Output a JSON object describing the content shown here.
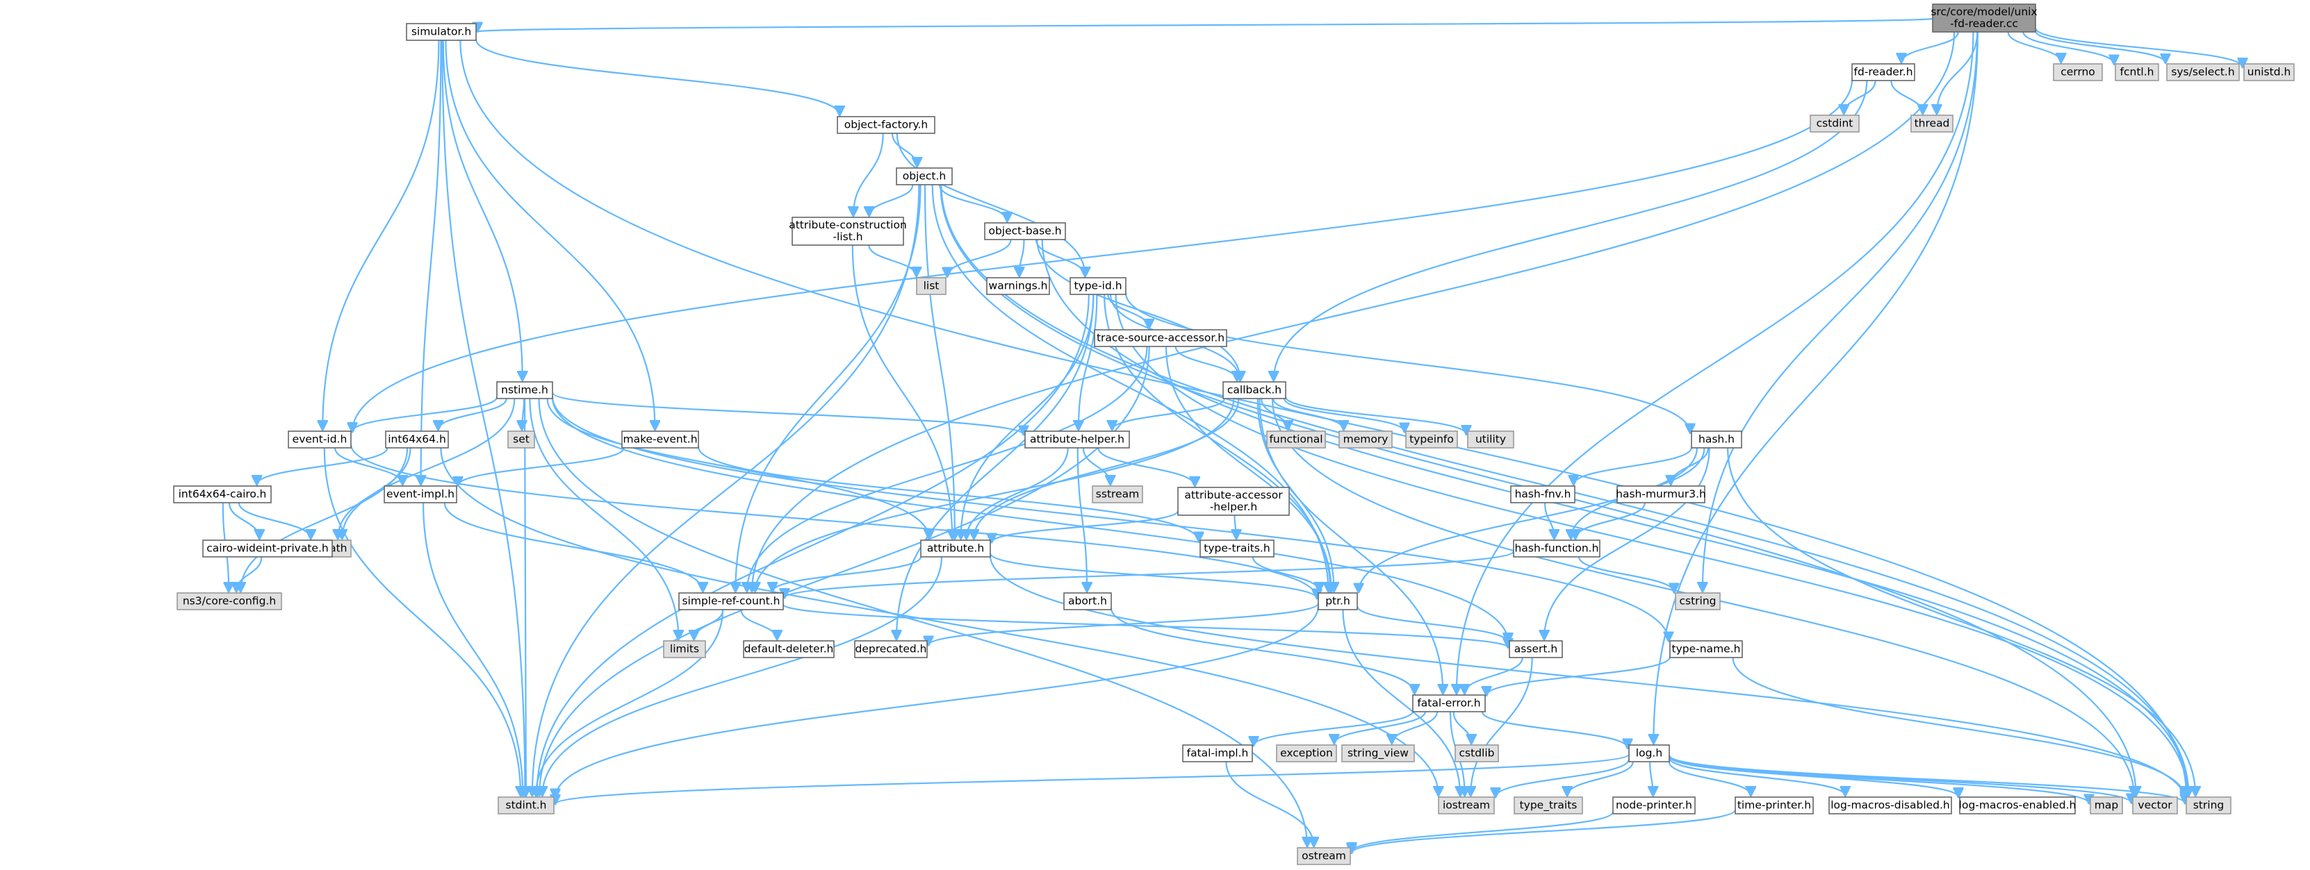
{
  "diagram": {
    "colors": {
      "edge": "#63b8ff",
      "node_border": "#666666",
      "header_fill": "#ffffff",
      "system_fill": "#e0e0e0",
      "root_fill": "#999999"
    },
    "nodes": [
      {
        "id": "root",
        "lines": [
          "src/core/model/unix",
          "-fd-reader.cc"
        ],
        "kind": "root"
      },
      {
        "id": "simulator",
        "lines": [
          "simulator.h"
        ],
        "kind": "header"
      },
      {
        "id": "fdreader",
        "lines": [
          "fd-reader.h"
        ],
        "kind": "header"
      },
      {
        "id": "cerrno",
        "lines": [
          "cerrno"
        ],
        "kind": "system"
      },
      {
        "id": "fcntl",
        "lines": [
          "fcntl.h"
        ],
        "kind": "system"
      },
      {
        "id": "sysselect",
        "lines": [
          "sys/select.h"
        ],
        "kind": "system"
      },
      {
        "id": "unistd",
        "lines": [
          "unistd.h"
        ],
        "kind": "system"
      },
      {
        "id": "objectfactory",
        "lines": [
          "object-factory.h"
        ],
        "kind": "header"
      },
      {
        "id": "cstdint",
        "lines": [
          "cstdint"
        ],
        "kind": "system"
      },
      {
        "id": "thread",
        "lines": [
          "thread"
        ],
        "kind": "system"
      },
      {
        "id": "object",
        "lines": [
          "object.h"
        ],
        "kind": "header"
      },
      {
        "id": "attrconst",
        "lines": [
          "attribute-construction",
          "-list.h"
        ],
        "kind": "header"
      },
      {
        "id": "objectbase",
        "lines": [
          "object-base.h"
        ],
        "kind": "header"
      },
      {
        "id": "list",
        "lines": [
          "list"
        ],
        "kind": "system"
      },
      {
        "id": "warnings",
        "lines": [
          "warnings.h"
        ],
        "kind": "header"
      },
      {
        "id": "typeid",
        "lines": [
          "type-id.h"
        ],
        "kind": "header"
      },
      {
        "id": "tracesrc",
        "lines": [
          "trace-source-accessor.h"
        ],
        "kind": "header"
      },
      {
        "id": "callback",
        "lines": [
          "callback.h"
        ],
        "kind": "header"
      },
      {
        "id": "nstime",
        "lines": [
          "nstime.h"
        ],
        "kind": "header"
      },
      {
        "id": "eventid",
        "lines": [
          "event-id.h"
        ],
        "kind": "header"
      },
      {
        "id": "int64x64",
        "lines": [
          "int64x64.h"
        ],
        "kind": "header"
      },
      {
        "id": "set",
        "lines": [
          "set"
        ],
        "kind": "system"
      },
      {
        "id": "makeevent",
        "lines": [
          "make-event.h"
        ],
        "kind": "header"
      },
      {
        "id": "functional",
        "lines": [
          "functional"
        ],
        "kind": "system"
      },
      {
        "id": "memory",
        "lines": [
          "memory"
        ],
        "kind": "system"
      },
      {
        "id": "typeinfo",
        "lines": [
          "typeinfo"
        ],
        "kind": "system"
      },
      {
        "id": "utility",
        "lines": [
          "utility"
        ],
        "kind": "system"
      },
      {
        "id": "hash",
        "lines": [
          "hash.h"
        ],
        "kind": "header"
      },
      {
        "id": "attrhelper",
        "lines": [
          "attribute-helper.h"
        ],
        "kind": "header"
      },
      {
        "id": "sstream",
        "lines": [
          "sstream"
        ],
        "kind": "system"
      },
      {
        "id": "attraccess",
        "lines": [
          "attribute-accessor",
          "-helper.h"
        ],
        "kind": "header"
      },
      {
        "id": "hashfnv",
        "lines": [
          "hash-fnv.h"
        ],
        "kind": "header"
      },
      {
        "id": "hashmurmur",
        "lines": [
          "hash-murmur3.h"
        ],
        "kind": "header"
      },
      {
        "id": "int64cairo",
        "lines": [
          "int64x64-cairo.h"
        ],
        "kind": "header"
      },
      {
        "id": "eventimpl",
        "lines": [
          "event-impl.h"
        ],
        "kind": "header"
      },
      {
        "id": "cmath",
        "lines": [
          "cmath"
        ],
        "kind": "system"
      },
      {
        "id": "cairowide",
        "lines": [
          "cairo-wideint-private.h"
        ],
        "kind": "header"
      },
      {
        "id": "ns3config",
        "lines": [
          "ns3/core-config.h"
        ],
        "kind": "system"
      },
      {
        "id": "attribute",
        "lines": [
          "attribute.h"
        ],
        "kind": "header"
      },
      {
        "id": "typetraitsh",
        "lines": [
          "type-traits.h"
        ],
        "kind": "header"
      },
      {
        "id": "hashfunc",
        "lines": [
          "hash-function.h"
        ],
        "kind": "header"
      },
      {
        "id": "cstring",
        "lines": [
          "cstring"
        ],
        "kind": "system"
      },
      {
        "id": "abort",
        "lines": [
          "abort.h"
        ],
        "kind": "header"
      },
      {
        "id": "simplerefcount",
        "lines": [
          "simple-ref-count.h"
        ],
        "kind": "header"
      },
      {
        "id": "ptr",
        "lines": [
          "ptr.h"
        ],
        "kind": "header"
      },
      {
        "id": "limits",
        "lines": [
          "limits"
        ],
        "kind": "system"
      },
      {
        "id": "defaultdeleter",
        "lines": [
          "default-deleter.h"
        ],
        "kind": "header"
      },
      {
        "id": "deprecated",
        "lines": [
          "deprecated.h"
        ],
        "kind": "header"
      },
      {
        "id": "assert",
        "lines": [
          "assert.h"
        ],
        "kind": "header"
      },
      {
        "id": "typename",
        "lines": [
          "type-name.h"
        ],
        "kind": "header"
      },
      {
        "id": "fatalerror",
        "lines": [
          "fatal-error.h"
        ],
        "kind": "header"
      },
      {
        "id": "fatalimpl",
        "lines": [
          "fatal-impl.h"
        ],
        "kind": "header"
      },
      {
        "id": "exception",
        "lines": [
          "exception"
        ],
        "kind": "system"
      },
      {
        "id": "stringview",
        "lines": [
          "string_view"
        ],
        "kind": "system"
      },
      {
        "id": "cstdlib",
        "lines": [
          "cstdlib"
        ],
        "kind": "system"
      },
      {
        "id": "log",
        "lines": [
          "log.h"
        ],
        "kind": "header"
      },
      {
        "id": "stdint",
        "lines": [
          "stdint.h"
        ],
        "kind": "system"
      },
      {
        "id": "iostream",
        "lines": [
          "iostream"
        ],
        "kind": "system"
      },
      {
        "id": "typetraits",
        "lines": [
          "type_traits"
        ],
        "kind": "system"
      },
      {
        "id": "nodeprinter",
        "lines": [
          "node-printer.h"
        ],
        "kind": "header"
      },
      {
        "id": "timeprinter",
        "lines": [
          "time-printer.h"
        ],
        "kind": "header"
      },
      {
        "id": "logdisabled",
        "lines": [
          "log-macros-disabled.h"
        ],
        "kind": "header"
      },
      {
        "id": "logenabled",
        "lines": [
          "log-macros-enabled.h"
        ],
        "kind": "header"
      },
      {
        "id": "map",
        "lines": [
          "map"
        ],
        "kind": "system"
      },
      {
        "id": "vector",
        "lines": [
          "vector"
        ],
        "kind": "system"
      },
      {
        "id": "string",
        "lines": [
          "string"
        ],
        "kind": "system"
      },
      {
        "id": "ostream",
        "lines": [
          "ostream"
        ],
        "kind": "system"
      }
    ],
    "edges": [
      [
        "root",
        "simulator"
      ],
      [
        "root",
        "fdreader"
      ],
      [
        "root",
        "cerrno"
      ],
      [
        "root",
        "fcntl"
      ],
      [
        "root",
        "sysselect"
      ],
      [
        "root",
        "unistd"
      ],
      [
        "root",
        "thread"
      ],
      [
        "root",
        "cstring"
      ],
      [
        "root",
        "log"
      ],
      [
        "root",
        "fatalerror"
      ],
      [
        "root",
        "simplerefcount"
      ],
      [
        "simulator",
        "objectfactory"
      ],
      [
        "simulator",
        "nstime"
      ],
      [
        "simulator",
        "eventid"
      ],
      [
        "simulator",
        "eventimpl"
      ],
      [
        "simulator",
        "makeevent"
      ],
      [
        "simulator",
        "stdint"
      ],
      [
        "simulator",
        "string"
      ],
      [
        "fdreader",
        "cstdint"
      ],
      [
        "fdreader",
        "thread"
      ],
      [
        "fdreader",
        "callback"
      ],
      [
        "fdreader",
        "eventid"
      ],
      [
        "objectfactory",
        "object"
      ],
      [
        "objectfactory",
        "attrconst"
      ],
      [
        "objectfactory",
        "typeid"
      ],
      [
        "object",
        "attrconst"
      ],
      [
        "object",
        "objectbase"
      ],
      [
        "object",
        "attribute"
      ],
      [
        "object",
        "ptr"
      ],
      [
        "object",
        "simplerefcount"
      ],
      [
        "object",
        "stdint"
      ],
      [
        "object",
        "string"
      ],
      [
        "object",
        "vector"
      ],
      [
        "attrconst",
        "list"
      ],
      [
        "attrconst",
        "attribute"
      ],
      [
        "objectbase",
        "list"
      ],
      [
        "objectbase",
        "warnings"
      ],
      [
        "objectbase",
        "typeid"
      ],
      [
        "objectbase",
        "callback"
      ],
      [
        "objectbase",
        "string"
      ],
      [
        "typeid",
        "tracesrc"
      ],
      [
        "typeid",
        "callback"
      ],
      [
        "typeid",
        "attrhelper"
      ],
      [
        "typeid",
        "hash"
      ],
      [
        "typeid",
        "attribute"
      ],
      [
        "typeid",
        "ptr"
      ],
      [
        "typeid",
        "deprecated"
      ],
      [
        "typeid",
        "stdint"
      ],
      [
        "typeid",
        "string"
      ],
      [
        "tracesrc",
        "callback"
      ],
      [
        "tracesrc",
        "ptr"
      ],
      [
        "tracesrc",
        "simplerefcount"
      ],
      [
        "tracesrc",
        "stdint"
      ],
      [
        "callback",
        "functional"
      ],
      [
        "callback",
        "memory"
      ],
      [
        "callback",
        "typeinfo"
      ],
      [
        "callback",
        "utility"
      ],
      [
        "callback",
        "attrhelper"
      ],
      [
        "callback",
        "attribute"
      ],
      [
        "callback",
        "ptr"
      ],
      [
        "callback",
        "simplerefcount"
      ],
      [
        "callback",
        "fatalerror"
      ],
      [
        "callback",
        "vector"
      ],
      [
        "nstime",
        "eventid"
      ],
      [
        "nstime",
        "int64x64"
      ],
      [
        "nstime",
        "set"
      ],
      [
        "nstime",
        "attrhelper"
      ],
      [
        "nstime",
        "attribute"
      ],
      [
        "nstime",
        "assert"
      ],
      [
        "nstime",
        "typename"
      ],
      [
        "nstime",
        "cmath"
      ],
      [
        "nstime",
        "limits"
      ],
      [
        "nstime",
        "ostream"
      ],
      [
        "nstime",
        "stdint"
      ],
      [
        "eventid",
        "eventimpl"
      ],
      [
        "eventid",
        "ptr"
      ],
      [
        "eventid",
        "stdint"
      ],
      [
        "int64x64",
        "int64cairo"
      ],
      [
        "int64x64",
        "cmath"
      ],
      [
        "int64x64",
        "ns3config"
      ],
      [
        "int64x64",
        "iostream"
      ],
      [
        "int64cairo",
        "cairowide"
      ],
      [
        "int64cairo",
        "cmath"
      ],
      [
        "int64cairo",
        "ns3config"
      ],
      [
        "cairowide",
        "ns3config"
      ],
      [
        "makeevent",
        "eventimpl"
      ],
      [
        "makeevent",
        "typetraitsh"
      ],
      [
        "eventimpl",
        "simplerefcount"
      ],
      [
        "eventimpl",
        "stdint"
      ],
      [
        "attrhelper",
        "sstream"
      ],
      [
        "attrhelper",
        "attraccess"
      ],
      [
        "attrhelper",
        "abort"
      ],
      [
        "attrhelper",
        "attribute"
      ],
      [
        "attraccess",
        "typetraitsh"
      ],
      [
        "attraccess",
        "attribute"
      ],
      [
        "hash",
        "hashfnv"
      ],
      [
        "hash",
        "hashmurmur"
      ],
      [
        "hash",
        "hashfunc"
      ],
      [
        "hash",
        "ptr"
      ],
      [
        "hash",
        "assert"
      ],
      [
        "hash",
        "string"
      ],
      [
        "hashfnv",
        "hashfunc"
      ],
      [
        "hashmurmur",
        "hashfunc"
      ],
      [
        "hashfunc",
        "simplerefcount"
      ],
      [
        "hashfunc",
        "cstring"
      ],
      [
        "attribute",
        "ptr"
      ],
      [
        "attribute",
        "simplerefcount"
      ],
      [
        "attribute",
        "string"
      ],
      [
        "attribute",
        "stdint"
      ],
      [
        "typetraitsh",
        "ptr"
      ],
      [
        "abort",
        "fatalerror"
      ],
      [
        "simplerefcount",
        "defaultdeleter"
      ],
      [
        "simplerefcount",
        "limits"
      ],
      [
        "simplerefcount",
        "assert"
      ],
      [
        "simplerefcount",
        "stdint"
      ],
      [
        "ptr",
        "assert"
      ],
      [
        "ptr",
        "deprecated"
      ],
      [
        "ptr",
        "iostream"
      ],
      [
        "ptr",
        "stdint"
      ],
      [
        "assert",
        "fatalerror"
      ],
      [
        "assert",
        "iostream"
      ],
      [
        "typename",
        "fatalerror"
      ],
      [
        "typename",
        "string"
      ],
      [
        "fatalerror",
        "fatalimpl"
      ],
      [
        "fatalerror",
        "exception"
      ],
      [
        "fatalerror",
        "stringview"
      ],
      [
        "fatalerror",
        "cstdlib"
      ],
      [
        "fatalerror",
        "log"
      ],
      [
        "fatalerror",
        "iostream"
      ],
      [
        "fatalimpl",
        "ostream"
      ],
      [
        "log",
        "stdint"
      ],
      [
        "log",
        "iostream"
      ],
      [
        "log",
        "typetraits"
      ],
      [
        "log",
        "nodeprinter"
      ],
      [
        "log",
        "timeprinter"
      ],
      [
        "log",
        "logdisabled"
      ],
      [
        "log",
        "logenabled"
      ],
      [
        "log",
        "map"
      ],
      [
        "log",
        "vector"
      ],
      [
        "log",
        "string"
      ],
      [
        "nodeprinter",
        "ostream"
      ],
      [
        "timeprinter",
        "ostream"
      ]
    ]
  }
}
